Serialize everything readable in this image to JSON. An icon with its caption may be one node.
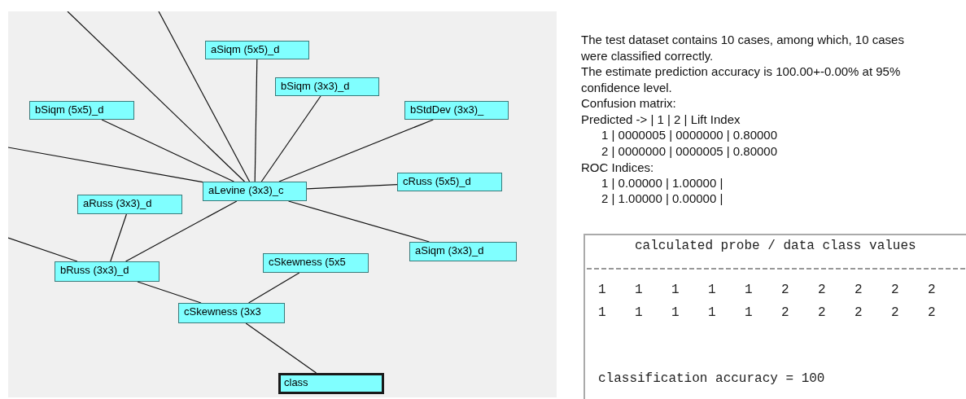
{
  "diagram": {
    "nodes": [
      {
        "text": [
          "aSiqm (5x5)_d"
        ]
      },
      {
        "text": [
          "bSiqm (3x3)_d"
        ]
      },
      {
        "text": [
          "bSiqm (5x5)_d"
        ]
      },
      {
        "text": [
          "bStdDev (3x3)_"
        ]
      },
      {
        "text": [
          "aLevine (3x3)_c"
        ]
      },
      {
        "text": [
          "cRuss (5x5)_d"
        ]
      },
      {
        "text": [
          "aRuss (3x3)_d"
        ]
      },
      {
        "text": [
          "aSiqm (3x3)_d"
        ]
      },
      {
        "text": [
          "bRuss (3x3)_d"
        ]
      },
      {
        "text": [
          "cSkewness (5x5"
        ]
      },
      {
        "text": [
          "cSkewness (3x3"
        ]
      },
      {
        "text": [
          "class"
        ]
      }
    ],
    "edges": [
      {
        "from": null,
        "to": 4,
        "arrow": "none"
      },
      {
        "from": null,
        "to": 4,
        "arrow": "none"
      },
      {
        "from": 0,
        "to": 4,
        "arrow": "none"
      },
      {
        "from": 1,
        "to": 4,
        "arrow": "none"
      },
      {
        "from": 2,
        "to": 4,
        "arrow": "none"
      },
      {
        "from": 3,
        "to": 4,
        "arrow": "none"
      },
      {
        "from": null,
        "to": 4,
        "arrow": "none"
      },
      {
        "from": 5,
        "to": 4,
        "arrow": "none"
      },
      {
        "from": 7,
        "to": 4,
        "arrow": "none"
      },
      {
        "from": 4,
        "to": 8,
        "arrow": "none"
      },
      {
        "from": 6,
        "to": 8,
        "arrow": "none"
      },
      {
        "from": null,
        "to": 8,
        "arrow": "none"
      },
      {
        "from": 8,
        "to": 10,
        "arrow": "none"
      },
      {
        "from": 9,
        "to": 10,
        "arrow": "none"
      },
      {
        "from": 10,
        "to": 11,
        "arrow": "none"
      }
    ],
    "labels": [
      "The test dataset contains 10 cases, among which, 10 cases were classified correctly.",
      "The estimate prediction accuracy is 100.00+-0.00% at 95% confidence level.",
      "Confusion matrix:",
      "Predicted -> | 1 | 2 | Lift Index",
      "1 | 0000005 | 0000000 | 0.80000",
      "2 | 0000000 | 0000005 | 0.80000",
      "ROC Indices:",
      "1 | 0.00000 | 1.00000 |",
      "2 | 1.00000 | 0.00000 |",
      "calculated probe / data class values",
      "1 1 1 1 1 2 2 2 2 2",
      "1 1 1 1 1 2 2 2 2 2",
      "classification accuracy = 100"
    ]
  }
}
